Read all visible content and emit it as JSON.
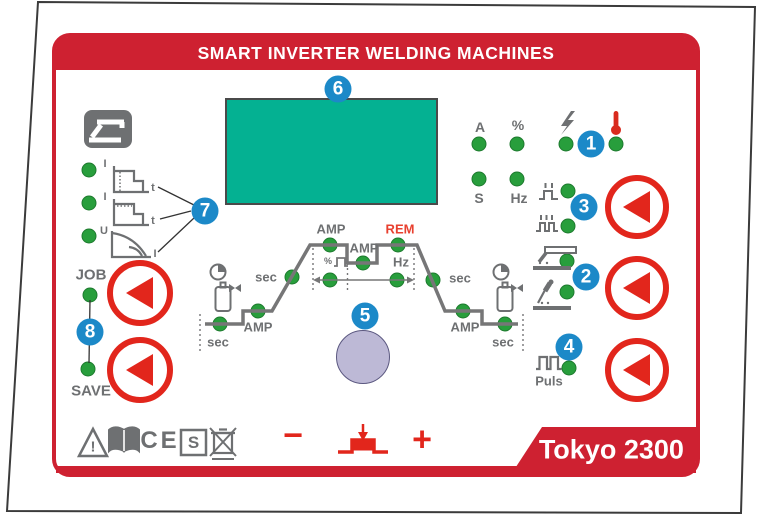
{
  "header": {
    "title": "SMART INVERTER WELDING MACHINES"
  },
  "brand": {
    "model": "Tokyo 2300"
  },
  "callouts": {
    "power_temp": "1",
    "process": "2",
    "trigger_mode": "3",
    "pulse": "4",
    "knob": "5",
    "display": "6",
    "slope_mode": "7",
    "memory": "8"
  },
  "meters": {
    "amps": "A",
    "percent": "%",
    "seconds": "S",
    "hertz": "Hz"
  },
  "curves": {
    "row1_y": "I",
    "row1_x": "t",
    "row2_y": "I",
    "row2_x": "t",
    "row3_y": "U",
    "row3_x": "I"
  },
  "sequence": {
    "preflow_sec": "sec",
    "start_amp": "AMP",
    "upslope_sec": "sec",
    "peak_amp": "AMP",
    "pulse_percent": "%",
    "base_amp": "AMP",
    "pulse_hz": "Hz",
    "rem": "REM",
    "downslope_sec": "sec",
    "end_amp": "AMP",
    "postflow_sec": "sec"
  },
  "memory": {
    "job": "JOB",
    "save": "SAVE"
  },
  "pulse": {
    "label": "Puls"
  },
  "adjust": {
    "decrease": "−",
    "increase": "+"
  },
  "compliance": {
    "warning": "!",
    "ce": "CE",
    "s_mark": "S"
  },
  "colors": {
    "panel_red": "#CE2131",
    "button_red": "#E2261C",
    "led_green": "#289E3C",
    "callout_blue": "#1C89C8",
    "display_teal": "#04B192",
    "icon_gray": "#6E7072",
    "rem_red": "#E8402F",
    "knob_lavender": "#BDB9D6"
  }
}
